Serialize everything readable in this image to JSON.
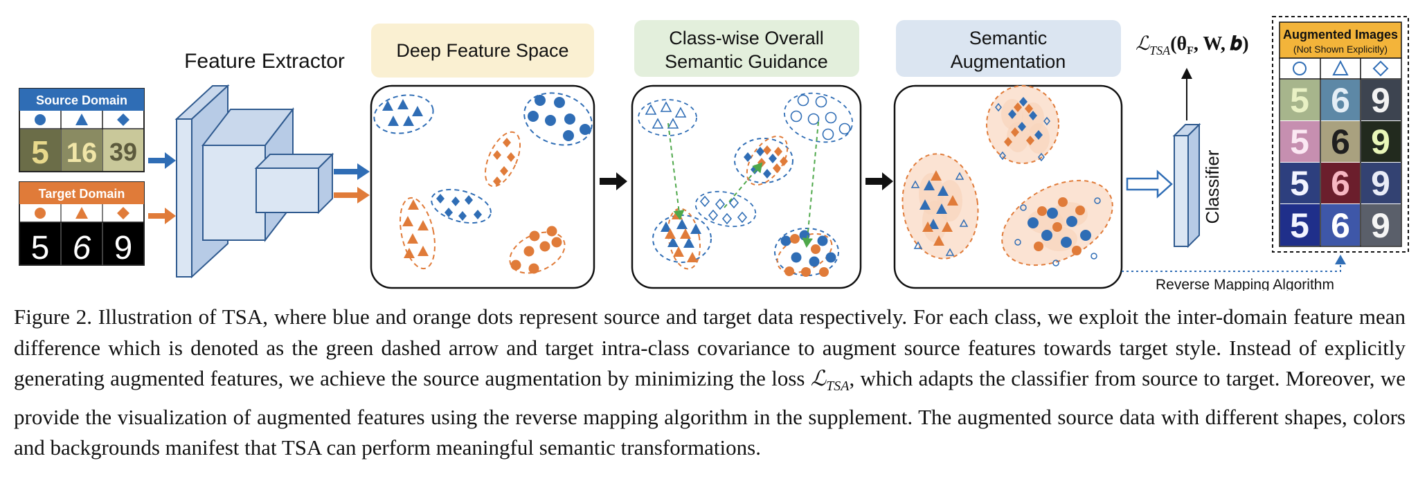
{
  "figure": {
    "domain_cards": {
      "source": {
        "title": "Source Domain",
        "digits": [
          "5",
          "16",
          "39"
        ]
      },
      "target": {
        "title": "Target Domain",
        "digits": [
          "5",
          "6",
          "9"
        ]
      }
    },
    "feature_extractor_label": "Feature Extractor",
    "panels": [
      {
        "id": "deep-feature-space",
        "title_lines": [
          "Deep Feature Space"
        ]
      },
      {
        "id": "semantic-guidance",
        "title_lines": [
          "Class-wise Overall",
          "Semantic Guidance"
        ]
      },
      {
        "id": "semantic-augmentation",
        "title_lines": [
          "Semantic",
          "Augmentation"
        ]
      }
    ],
    "classifier_label": "Classifier",
    "loss_label": {
      "base": "ℒ",
      "sub": "TSA",
      "args": "(θ",
      "args_sub": "F",
      "rest": ", W, 𝒃)"
    },
    "augmented_images": {
      "title": "Augmented Images",
      "subtitle": "(Not Shown Explicitly)",
      "grid": [
        [
          "5",
          "6",
          "9"
        ],
        [
          "5",
          "6",
          "9"
        ],
        [
          "5",
          "6",
          "9"
        ],
        [
          "5",
          "6",
          "9"
        ]
      ]
    },
    "reverse_mapping_label": "Reverse Mapping Algorithm",
    "colors": {
      "blue": "#2f6db5",
      "orange": "#e07b39",
      "green": "#4ea84a",
      "source_header": "#2f6db5",
      "target_header": "#e07b39",
      "panel1_title_bg": "#faf0d2",
      "panel2_title_bg": "#e3efdc",
      "panel3_title_bg": "#dbe5f1",
      "aug_header_bg": "#f3b43a",
      "extractor_fill": "#dbe6f3"
    }
  },
  "caption": {
    "part1": "Figure 2. Illustration of TSA, where blue and orange dots represent source and target data respectively. For each class, we exploit the inter-domain feature mean difference which is denoted as the green dashed arrow and target intra-class covariance to augment source features towards target style.  Instead of explicitly generating augmented features, we achieve the source augmentation by minimizing the loss ",
    "math_base": "ℒ",
    "math_sub": "TSA",
    "part2": ", which adapts the classifier from source to target. Moreover, we provide the visualization of augmented features using the reverse mapping algorithm in the supplement. The augmented source data with different shapes, colors and backgrounds manifest that TSA can perform meaningful semantic transformations."
  }
}
